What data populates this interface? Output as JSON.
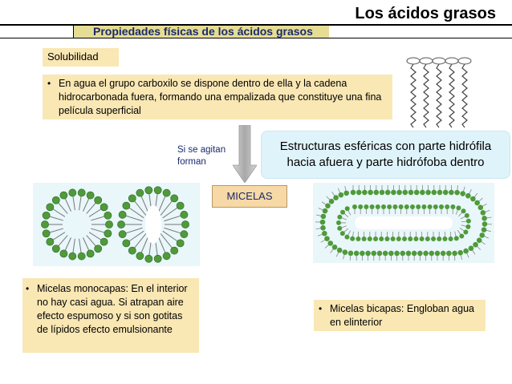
{
  "header": {
    "title": "Los ácidos grasos",
    "subtitle": "Propiedades físicas de los ácidos grasos"
  },
  "solubility": {
    "label": "Solubilidad",
    "bullet_text": "En agua el grupo carboxilo se dispone dentro de ella y la cadena hidrocarbonada fuera, formando una empalizada que constituye una fina película superficial"
  },
  "transition": {
    "note_line1": "Si se agitan",
    "note_line2": "forman"
  },
  "callout": {
    "line1": "Estructuras esféricas con parte hidrófila",
    "line2": "hacia afuera y parte hidrófoba dentro"
  },
  "micelas_label": "MICELAS",
  "monolayer": {
    "text": "Micelas monocapas: En el interior no hay casi agua. Si atrapan aire efecto espumoso y si son gotitas de lípidos efecto emulsionante"
  },
  "bilayer": {
    "text": "Micelas bicapas: Engloban agua en elinterior"
  },
  "colors": {
    "subtitle_bar": "#e6dd94",
    "text_box": "#f9e7b4",
    "callout": "#dff3fa",
    "micelas_box": "#f6d9a6",
    "head_green": "#4f9a3a",
    "arrow_gray": "#b9b9b9",
    "dark_blue_text": "#1a2a6b"
  },
  "icons": [
    "fatty-acid-palisade-icon",
    "down-arrow-icon",
    "monolayer-micelle-icon",
    "bilayer-micelle-icon"
  ]
}
